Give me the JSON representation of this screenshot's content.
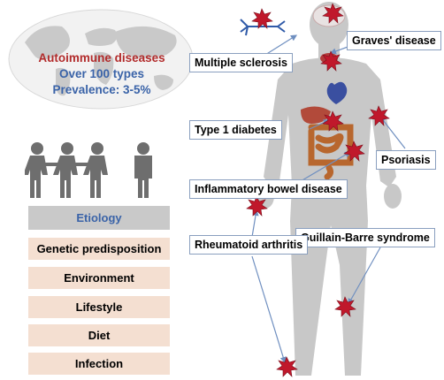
{
  "world_summary": {
    "title": "Autoimmune diseases",
    "types": "Over 100 types",
    "prevalence": "Prevalence: 3-5%"
  },
  "etiology": {
    "header": "Etiology",
    "items": [
      "Genetic predisposition",
      "Environment",
      "Lifestyle",
      "Diet",
      "Infection"
    ]
  },
  "diseases": {
    "graves": "Graves' disease",
    "ms": "Multiple sclerosis",
    "t1d": "Type 1 diabetes",
    "psoriasis": "Psoriasis",
    "ibd": "Inflammatory bowel disease",
    "gbs": "Guillain-Barre syndrome",
    "ra": "Rheumatoid arthritis"
  },
  "colors": {
    "title_red": "#b22b2b",
    "text_blue": "#3a63a8",
    "burst_red": "#c0182b",
    "body_gray": "#c8c8c8",
    "etiology_fill": "#f4dfd1"
  }
}
